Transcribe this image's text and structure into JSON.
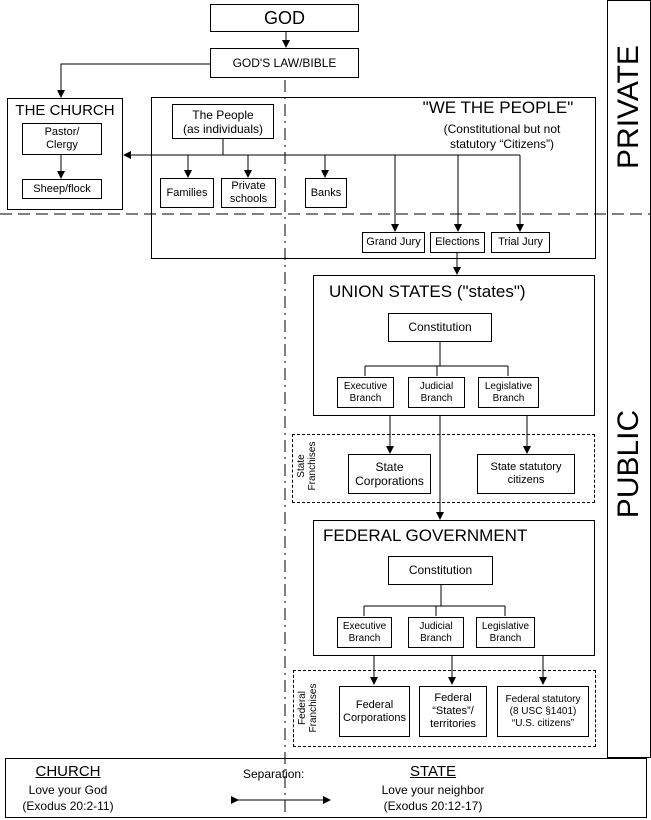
{
  "god": "GOD",
  "law": "GOD'S LAW/BIBLE",
  "church": {
    "title": "THE CHURCH",
    "pastor": "Pastor/\nClergy",
    "sheep": "Sheep/flock"
  },
  "people": {
    "individuals": "The People\n(as individuals)",
    "title": "\"WE THE PEOPLE\"",
    "subtitle": "(Constitutional but not\nstatutory “Citizens”)",
    "families": "Families",
    "schools": "Private\nschools",
    "banks": "Banks",
    "grand_jury": "Grand Jury",
    "elections": "Elections",
    "trial_jury": "Trial Jury"
  },
  "union": {
    "title": "UNION STATES (\"states\")",
    "constitution": "Constitution",
    "executive": "Executive\nBranch",
    "judicial": "Judicial\nBranch",
    "legislative": "Legislative\nBranch"
  },
  "state_franchises": {
    "label": "State\nFranchises",
    "corporations": "State\nCorporations",
    "citizens": "State statutory\ncitizens"
  },
  "federal": {
    "title": "FEDERAL GOVERNMENT",
    "constitution": "Constitution",
    "executive": "Executive\nBranch",
    "judicial": "Judicial\nBranch",
    "legislative": "Legislative\nBranch"
  },
  "federal_franchises": {
    "label": "Federal\nFranchises",
    "corporations": "Federal\nCorporations",
    "states": "Federal\n“States”/\nterritories",
    "citizens": "Federal statutory\n(8 USC §1401)\n“U.S. citizens”"
  },
  "side": {
    "private": "PRIVATE",
    "public": "PUBLIC"
  },
  "footer": {
    "church_title": "CHURCH",
    "church_text": "Love your God\n(Exodus 20:2-11)",
    "separation": "Separation:",
    "state_title": "STATE",
    "state_text": "Love your neighbor\n(Exodus 20:12-17)"
  }
}
